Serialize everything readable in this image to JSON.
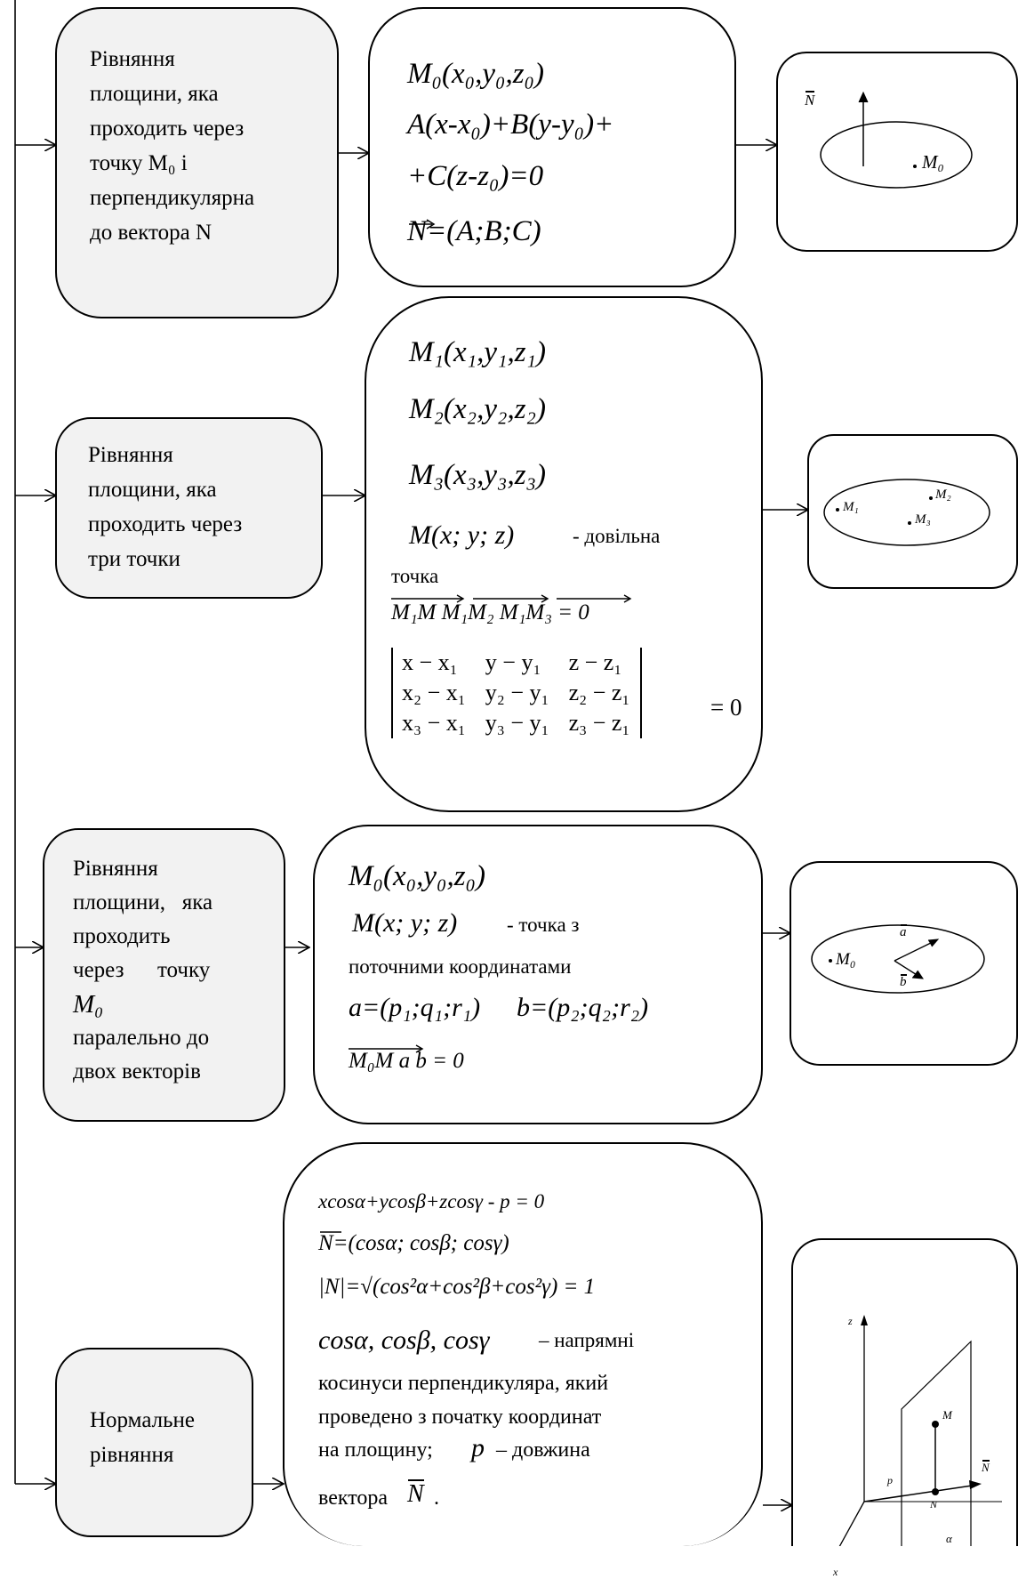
{
  "row1": {
    "title_lines": [
      "Рівняння",
      "площини, яка",
      "проходить через",
      "точку M₀ і",
      "перпендикулярна",
      "до вектора N"
    ],
    "formula": {
      "point": "M₀(x₀,y₀,z₀)",
      "eq_part1": "A(x-x₀)+B(y-y₀)+",
      "eq_part2": "+C(z-z₀)=0",
      "normal": "N=(A;B;C)"
    },
    "picture": {
      "vector_label": "N",
      "point_label": "M₀"
    }
  },
  "row2": {
    "title_lines": [
      "Рівняння",
      "площини, яка",
      "проходить через",
      "три точки"
    ],
    "formula": {
      "p1": "M₁(x₁,y₁,z₁)",
      "p2": "M₂(x₂,y₂,z₂)",
      "p3": "M₃(x₃,y₃,z₃)",
      "arbitrary_point": "M(x; y; z)",
      "arbitrary_text": "- довільна",
      "arbitrary_text2": "точка",
      "mixed_product": "M₁M M₁M₂ M₁M₃ = 0",
      "determinant": [
        [
          "x − x₁",
          "y − y₁",
          "z − z₁"
        ],
        [
          "x₂ − x₁",
          "y₂ − y₁",
          "z₂ − z₁"
        ],
        [
          "x₃ − x₁",
          "y₃ − y₁",
          "z₃ − z₁"
        ]
      ],
      "det_equals": "= 0"
    },
    "picture": {
      "labels": [
        "M₁",
        "M₂",
        "M₃"
      ]
    }
  },
  "row3": {
    "title_lines": [
      "Рівняння",
      "площини,   яка",
      "проходить",
      "через      точку",
      "M₀",
      "паралельно до",
      "двох векторів"
    ],
    "formula": {
      "point": "M₀(x₀,y₀,z₀)",
      "current_point": "M(x; y; z)",
      "current_text": "- точка з",
      "current_text2": "поточними координатами",
      "vec_a": "a=(p₁;q₁;r₁)",
      "vec_b": "b=(p₂;q₂;r₂)",
      "mixed_product": "M₀M a b = 0"
    },
    "picture": {
      "point_label": "M₀",
      "vec_a_label": "a",
      "vec_b_label": "b"
    }
  },
  "row4": {
    "title_lines": [
      "Нормальне",
      "рівняння"
    ],
    "formula": {
      "equation": "xcosα+ycosβ+zcosγ - p = 0",
      "normal_vector": "N=(cosα; cosβ; cosγ)",
      "normal_length": "|N|=√(cos²α+cos²β+cos²γ) = 1",
      "cosines": "cosα, cosβ, cosγ",
      "desc1": "– напрямні",
      "desc2": "косинуси перпендикуляра, який",
      "desc3": "проведено з початку координат",
      "desc4": "на площину;",
      "p_symbol": "p",
      "desc5": "– довжина",
      "desc6": "вектора",
      "desc6_sym": "N",
      "desc6_end": "."
    },
    "picture": {
      "z_label": "z",
      "x_label": "x",
      "m_label": "M",
      "n_point_label": "N",
      "n_vec_label": "N",
      "p_label": "p",
      "alpha_label": "α"
    }
  }
}
